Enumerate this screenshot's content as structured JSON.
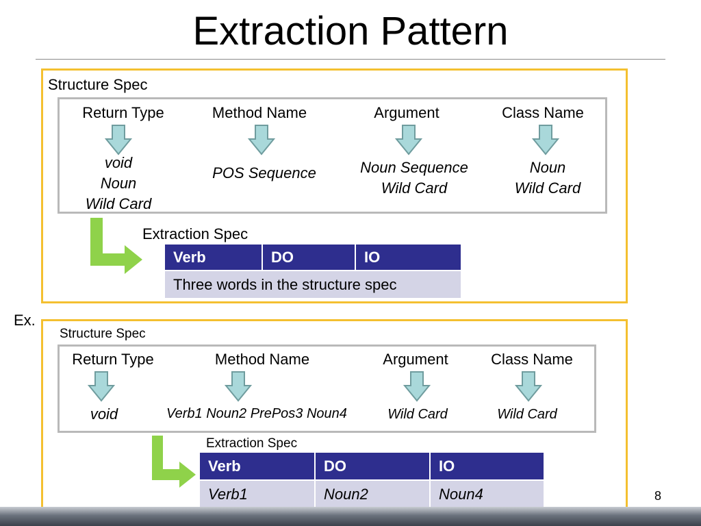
{
  "title": "Extraction Pattern",
  "page_number": "8",
  "example_label": "Ex.",
  "top": {
    "structure_label": "Structure Spec",
    "headers": [
      "Return Type",
      "Method Name",
      "Argument",
      "Class Name"
    ],
    "values": {
      "return_type": [
        "void",
        "Noun",
        "Wild Card"
      ],
      "method_name": [
        "POS Sequence"
      ],
      "argument": [
        "Noun Sequence",
        "Wild Card"
      ],
      "class_name": [
        "Noun",
        "Wild Card"
      ]
    },
    "extraction_label": "Extraction Spec",
    "table_headers": [
      "Verb",
      "DO",
      "IO"
    ],
    "table_row": "Three words in the structure spec"
  },
  "bottom": {
    "structure_label": "Structure Spec",
    "headers": [
      "Return Type",
      "Method Name",
      "Argument",
      "Class Name"
    ],
    "values": {
      "return_type": "void",
      "method_name": "Verb1 Noun2 PrePos3 Noun4",
      "argument": "Wild Card",
      "class_name": "Wild Card"
    },
    "extraction_label": "Extraction Spec",
    "table_headers": [
      "Verb",
      "DO",
      "IO"
    ],
    "table_row": [
      "Verb1",
      "Noun2",
      "Noun4"
    ]
  },
  "colors": {
    "outer_border": "#f4c030",
    "inner_border": "#b9b9b9",
    "arrow_fill": "#a9d8da",
    "arrow_stroke": "#6f9c9e",
    "bend_arrow": "#8fd24a",
    "table_header": "#2e2e8e",
    "table_body": "#d4d4e6"
  }
}
